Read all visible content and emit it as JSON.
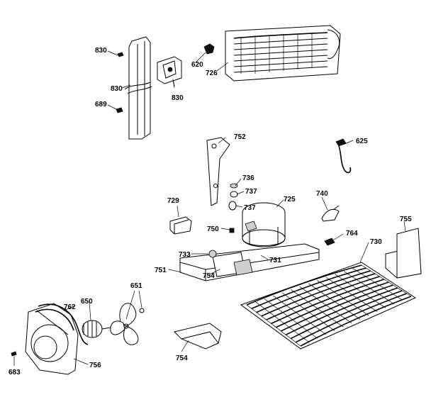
{
  "parts": [
    {
      "key": "p830a",
      "label": "830"
    },
    {
      "key": "p830b",
      "label": "830"
    },
    {
      "key": "p830c",
      "label": "830"
    },
    {
      "key": "p689",
      "label": "689"
    },
    {
      "key": "p620",
      "label": "620"
    },
    {
      "key": "p726",
      "label": "726"
    },
    {
      "key": "p752",
      "label": "752"
    },
    {
      "key": "p625",
      "label": "625"
    },
    {
      "key": "p736",
      "label": "736"
    },
    {
      "key": "p737a",
      "label": "737"
    },
    {
      "key": "p737b",
      "label": "737"
    },
    {
      "key": "p725",
      "label": "725"
    },
    {
      "key": "p729",
      "label": "729"
    },
    {
      "key": "p740",
      "label": "740"
    },
    {
      "key": "p750",
      "label": "750"
    },
    {
      "key": "p764",
      "label": "764"
    },
    {
      "key": "p755",
      "label": "755"
    },
    {
      "key": "p730",
      "label": "730"
    },
    {
      "key": "p733",
      "label": "733"
    },
    {
      "key": "p731",
      "label": "731"
    },
    {
      "key": "p751",
      "label": "751"
    },
    {
      "key": "p754a",
      "label": "754"
    },
    {
      "key": "p651",
      "label": "651"
    },
    {
      "key": "p762",
      "label": "762"
    },
    {
      "key": "p650",
      "label": "650"
    },
    {
      "key": "p756",
      "label": "756"
    },
    {
      "key": "p754b",
      "label": "754"
    },
    {
      "key": "p683",
      "label": "683"
    }
  ]
}
